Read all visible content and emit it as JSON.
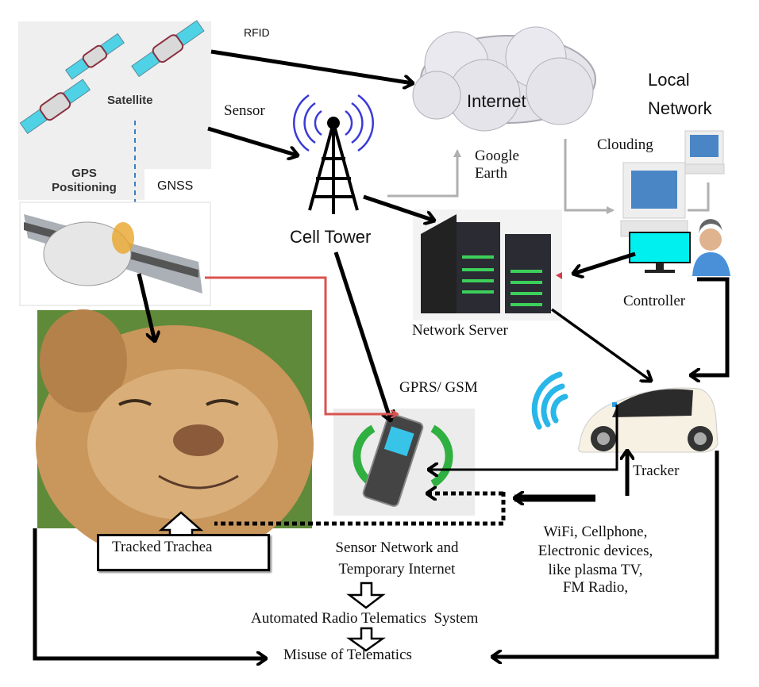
{
  "diagram": {
    "title": "Telematics tracking network",
    "nodes": {
      "satellite": {
        "label": "Satellite",
        "sublabel_left": "GPS Positioning",
        "sublabel_right": "GNSS"
      },
      "rfid": {
        "label": "RFID"
      },
      "sensor": {
        "label": "Sensor"
      },
      "cell_tower": {
        "label": "Cell Tower"
      },
      "internet": {
        "label": "Internet"
      },
      "google_earth": {
        "label": "Google Earth"
      },
      "local_network": {
        "label_line1": "Local",
        "label_line2": "Network"
      },
      "clouding": {
        "label": "Clouding"
      },
      "network_server": {
        "label": "Network Server"
      },
      "controller": {
        "label": "Controller"
      },
      "gprs_gsm": {
        "label": "GPRS/ GSM"
      },
      "tracker": {
        "label": "Tracker"
      },
      "tracked_trachea": {
        "label": "Tracked Trachea"
      },
      "sensor_network": {
        "label_line1": "Sensor Network and",
        "label_line2": "Temporary Internet"
      },
      "devices": {
        "line1": "WiFi, Cellphone,",
        "line2": "Electronic devices,",
        "line3": "like plasma TV,",
        "line4": "FM Radio,"
      },
      "automated_system": {
        "label": "Automated Radio Telematics  System"
      },
      "misuse": {
        "label": "Misuse of Telematics"
      }
    },
    "colors": {
      "arrow": "#000000",
      "red_link": "#d9534f",
      "gray_link": "#b0b0b0",
      "tower_waves": "#3a3ad6",
      "wifi": "#29b6e8",
      "panel_bg": "#efefef"
    }
  }
}
